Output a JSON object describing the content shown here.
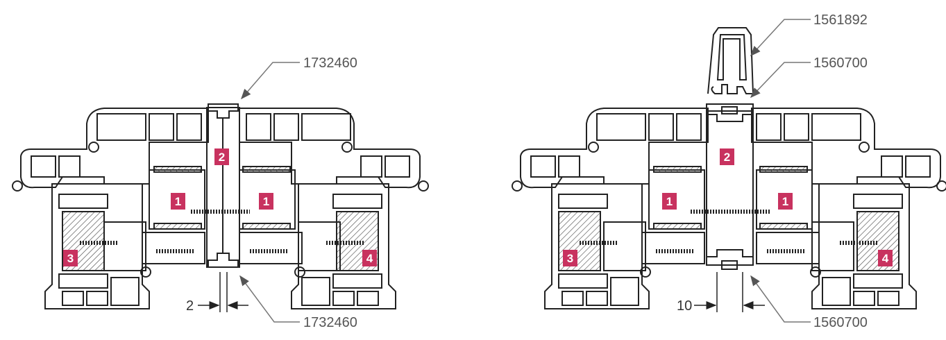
{
  "colors": {
    "badge": "#c8325f",
    "outline": "#222222",
    "leader": "#777777",
    "hatch": "#444444"
  },
  "left_section": {
    "top_part_no": "1732460",
    "bottom_part_no": "1732460",
    "gap_dimension": "2",
    "badges": [
      "1",
      "1",
      "2",
      "3",
      "4"
    ]
  },
  "right_section": {
    "cap_part_no": "1561892",
    "top_part_no": "1560700",
    "bottom_part_no": "1560700",
    "gap_dimension": "10",
    "badges": [
      "1",
      "1",
      "2",
      "3",
      "4"
    ]
  }
}
